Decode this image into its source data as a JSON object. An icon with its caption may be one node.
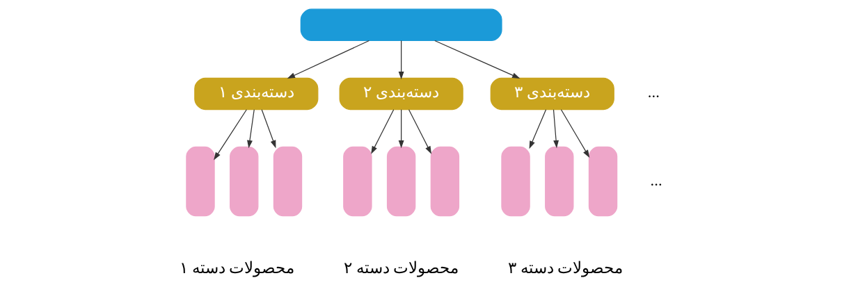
{
  "diagram": {
    "nodes": [
      {
        "text": [],
        "shape": "box"
      },
      {
        "text": [
          "دسته‌بندی ۱"
        ]
      },
      {
        "text": [
          "دسته‌بندی ۲"
        ]
      },
      {
        "text": [
          "دسته‌بندی ۳"
        ]
      },
      {
        "text": [],
        "shape": "bar"
      },
      {
        "text": [],
        "shape": "bar"
      },
      {
        "text": [],
        "shape": "bar"
      },
      {
        "text": [],
        "shape": "bar"
      },
      {
        "text": [],
        "shape": "bar"
      },
      {
        "text": [],
        "shape": "bar"
      },
      {
        "text": [],
        "shape": "bar"
      },
      {
        "text": [],
        "shape": "bar"
      },
      {
        "text": [],
        "shape": "bar"
      }
    ],
    "edges": [
      {
        "from": 0,
        "to": 1,
        "arrow": "to"
      },
      {
        "from": 0,
        "to": 2,
        "arrow": "to"
      },
      {
        "from": 0,
        "to": 3,
        "arrow": "to"
      },
      {
        "from": 1,
        "to": 4,
        "arrow": "to"
      },
      {
        "from": 1,
        "to": 5,
        "arrow": "to"
      },
      {
        "from": 1,
        "to": 6,
        "arrow": "to"
      },
      {
        "from": 2,
        "to": 7,
        "arrow": "to"
      },
      {
        "from": 2,
        "to": 8,
        "arrow": "to"
      },
      {
        "from": 2,
        "to": 9,
        "arrow": "to"
      },
      {
        "from": 3,
        "to": 10,
        "arrow": "to"
      },
      {
        "from": 3,
        "to": 11,
        "arrow": "to"
      },
      {
        "from": 3,
        "to": 12,
        "arrow": "to"
      }
    ],
    "labels": [
      "...",
      "...",
      "محصولات دسته ۱",
      "محصولات دسته ۲",
      "محصولات دسته ۳"
    ]
  }
}
